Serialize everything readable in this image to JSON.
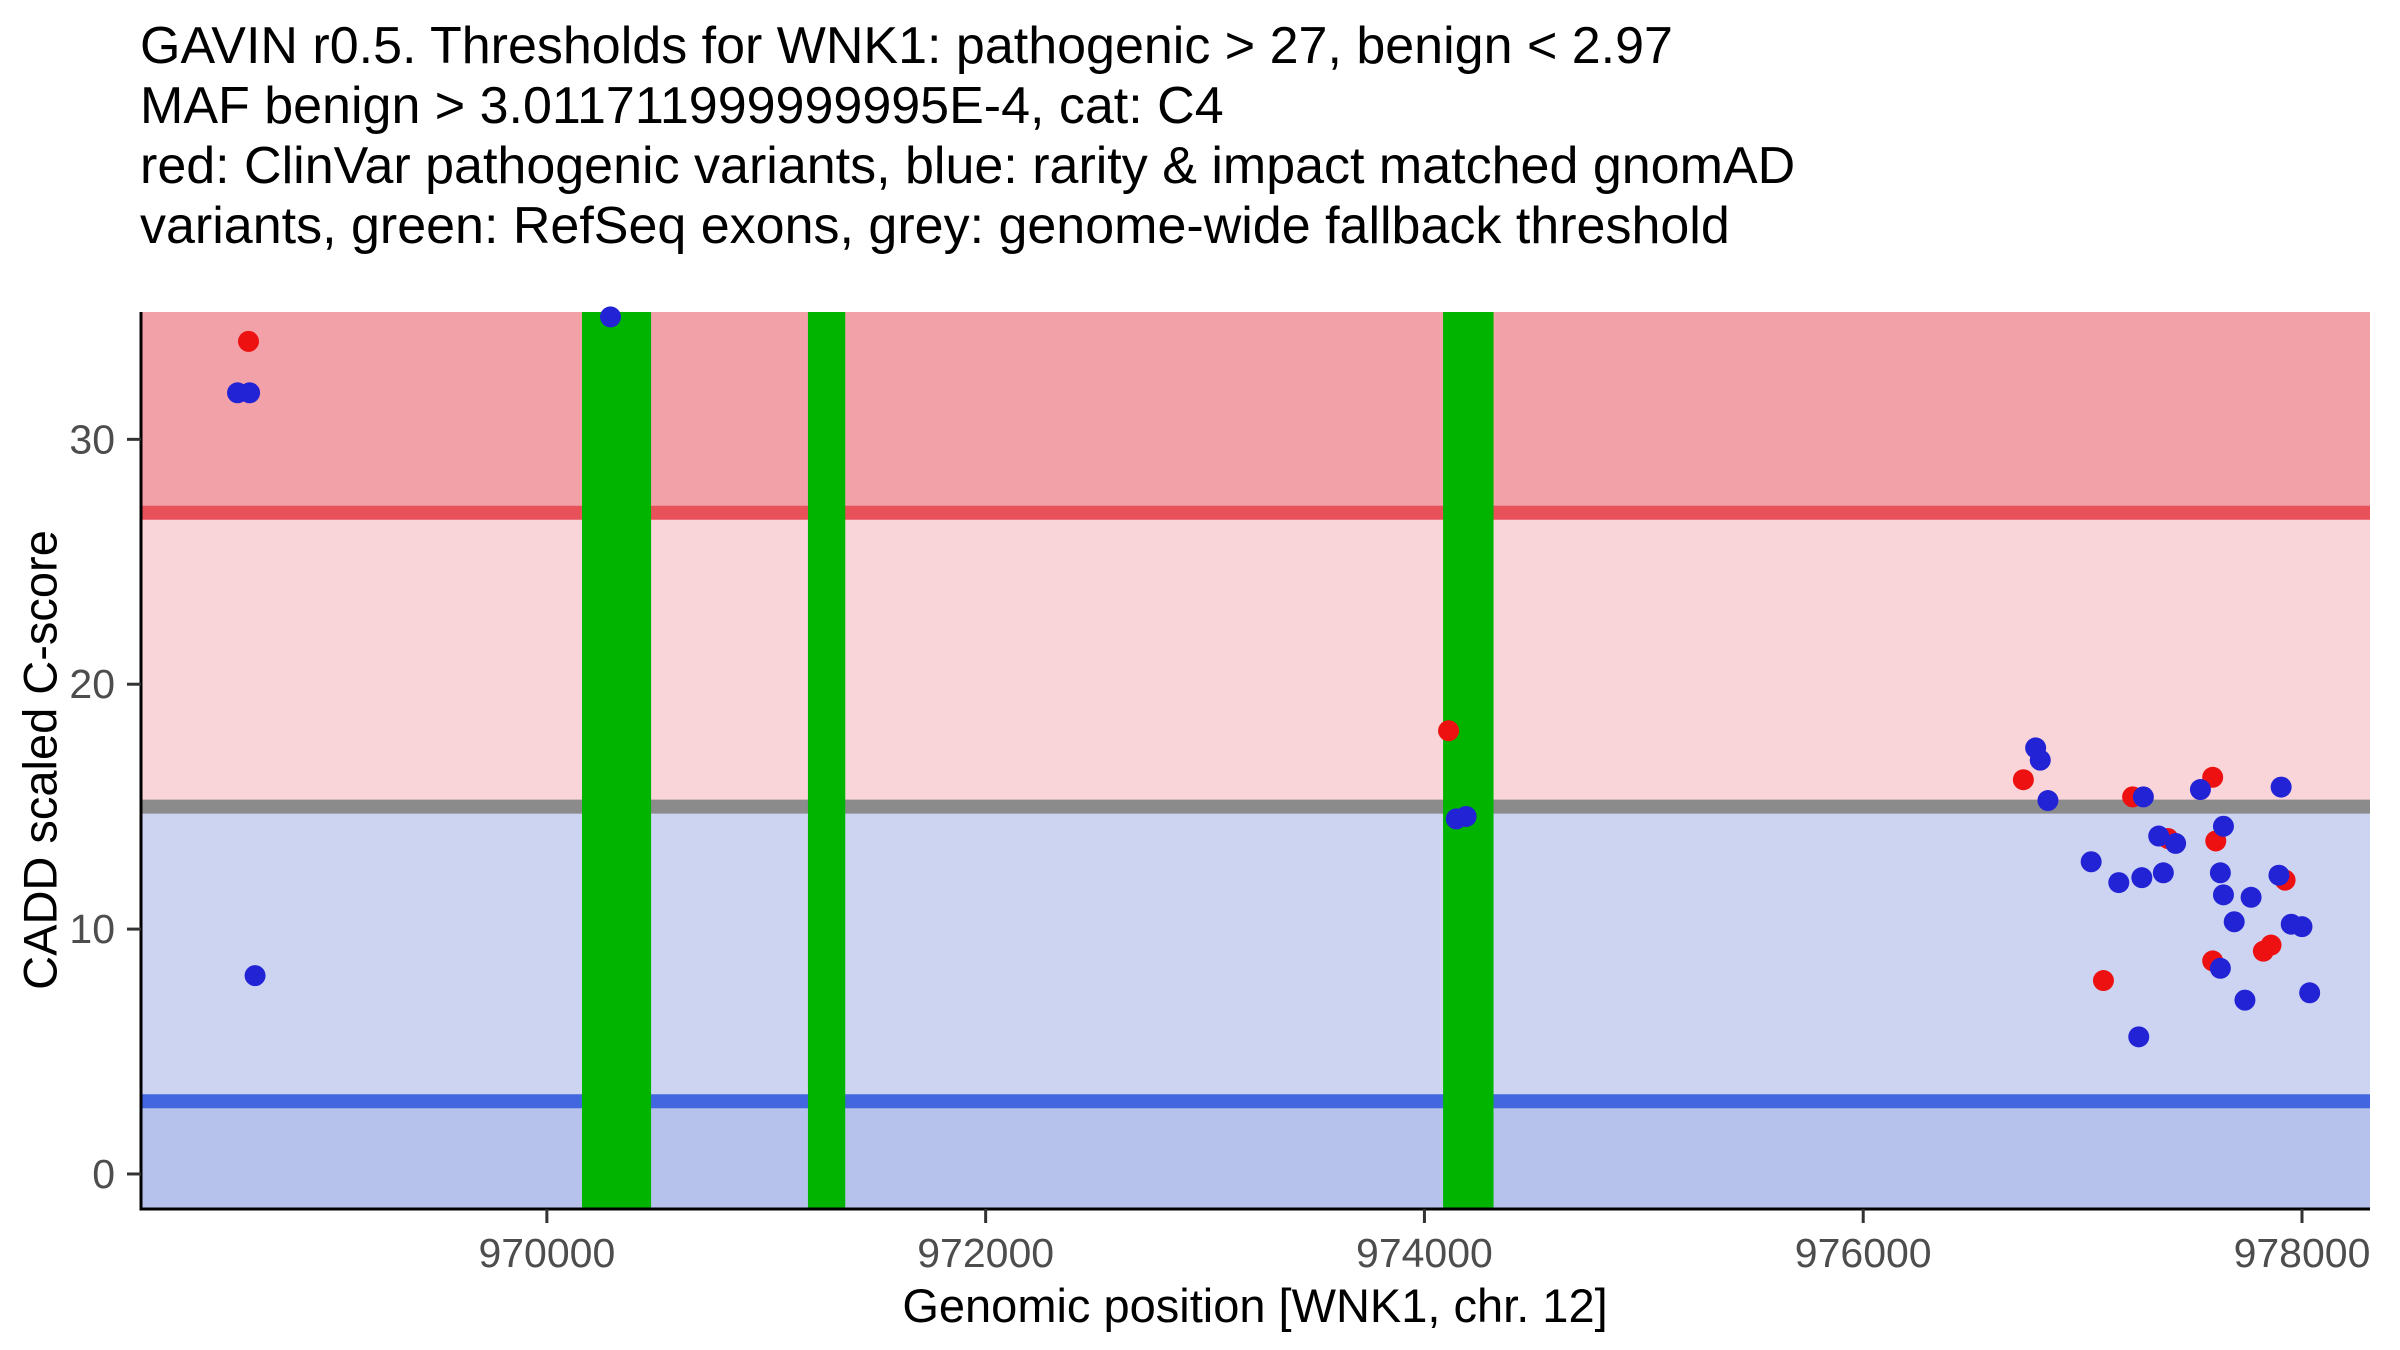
{
  "title": {
    "line1": "GAVIN r0.5. Thresholds for WNK1: pathogenic > 27, benign < 2.97",
    "line2": "MAF benign > 3.011711999999995E-4, cat: C4",
    "line3": "red: ClinVar pathogenic variants, blue: rarity & impact matched gnomAD",
    "line4": "variants, green: RefSeq exons, grey: genome-wide fallback threshold"
  },
  "chart_data": {
    "type": "scatter",
    "title": "GAVIN r0.5. Thresholds for WNK1: pathogenic > 27, benign < 2.97; MAF benign > 3.011711999999995E-4, cat: C4",
    "xlabel": "Genomic position [WNK1, chr. 12]",
    "ylabel": "CADD scaled C-score",
    "gene": "WNK1",
    "chromosome": "12",
    "xlim": [
      968150,
      978310
    ],
    "ylim": [
      -1.43,
      35.2
    ],
    "x_ticks": [
      970000,
      972000,
      974000,
      976000,
      978000
    ],
    "x_tick_labels": [
      "970000",
      "972000",
      "974000",
      "976000",
      "978000"
    ],
    "y_ticks": [
      0,
      10,
      20,
      30
    ],
    "y_tick_labels": [
      "0",
      "10",
      "20",
      "30"
    ],
    "grid": false,
    "legend": "none",
    "axis_color": "#000000",
    "tick_label_color": "#4d4d4d",
    "thresholds": [
      {
        "name": "pathogenic-threshold",
        "label": "pathogenic > 27",
        "y": 27,
        "color": "#e8505a"
      },
      {
        "name": "genome-wide-fallback-threshold",
        "label": "genome-wide fallback threshold",
        "y": 15,
        "color": "#8b8b8b"
      },
      {
        "name": "benign-threshold",
        "label": "benign < 2.97",
        "y": 2.97,
        "color": "#4166e0"
      }
    ],
    "bands": [
      {
        "name": "pathogenic-zone",
        "from": 27,
        "to": 35.2,
        "color": "#f3a1a8"
      },
      {
        "name": "upper-vus-zone",
        "from": 15,
        "to": 27,
        "color": "#f9d4d8"
      },
      {
        "name": "lower-vus-zone",
        "from": 2.97,
        "to": 15,
        "color": "#cdd4f1"
      },
      {
        "name": "benign-zone",
        "from": -1.43,
        "to": 2.97,
        "color": "#b6c2ec"
      }
    ],
    "exons": {
      "label": "RefSeq exons",
      "color": "#00b400",
      "regions": [
        {
          "start": 970160,
          "end": 970475
        },
        {
          "start": 971190,
          "end": 971360
        },
        {
          "start": 974085,
          "end": 974315
        }
      ]
    },
    "series": [
      {
        "name": "ClinVar pathogenic variants",
        "color": "#ee1111",
        "points": [
          [
            968640,
            34.0
          ],
          [
            974110,
            18.1
          ],
          [
            976730,
            16.1
          ],
          [
            977095,
            7.9
          ],
          [
            977228,
            15.4
          ],
          [
            977389,
            13.7
          ],
          [
            977593,
            16.2
          ],
          [
            977607,
            13.6
          ],
          [
            977593,
            8.7
          ],
          [
            977824,
            9.1
          ],
          [
            977859,
            9.35
          ],
          [
            977923,
            12.0
          ]
        ]
      },
      {
        "name": "rarity & impact matched gnomAD variants",
        "color": "#2323d6",
        "points": [
          [
            968590,
            31.9
          ],
          [
            968645,
            31.9
          ],
          [
            968670,
            8.1
          ],
          [
            970290,
            35.0
          ],
          [
            974145,
            14.5
          ],
          [
            974190,
            14.6
          ],
          [
            976786,
            17.4
          ],
          [
            976807,
            16.9
          ],
          [
            976842,
            15.25
          ],
          [
            977039,
            12.75
          ],
          [
            977165,
            11.9
          ],
          [
            977256,
            5.6
          ],
          [
            977270,
            12.1
          ],
          [
            977277,
            15.4
          ],
          [
            977347,
            13.8
          ],
          [
            977368,
            12.3
          ],
          [
            977424,
            13.5
          ],
          [
            977537,
            15.7
          ],
          [
            977628,
            12.3
          ],
          [
            977628,
            8.4
          ],
          [
            977642,
            14.2
          ],
          [
            977642,
            11.4
          ],
          [
            977691,
            10.3
          ],
          [
            977740,
            7.1
          ],
          [
            977768,
            11.3
          ],
          [
            977895,
            12.2
          ],
          [
            977905,
            15.8
          ],
          [
            977951,
            10.2
          ],
          [
            978000,
            10.1
          ],
          [
            978035,
            7.4
          ]
        ]
      }
    ],
    "point_radius": 10.5,
    "threshold_line_width": 14
  }
}
